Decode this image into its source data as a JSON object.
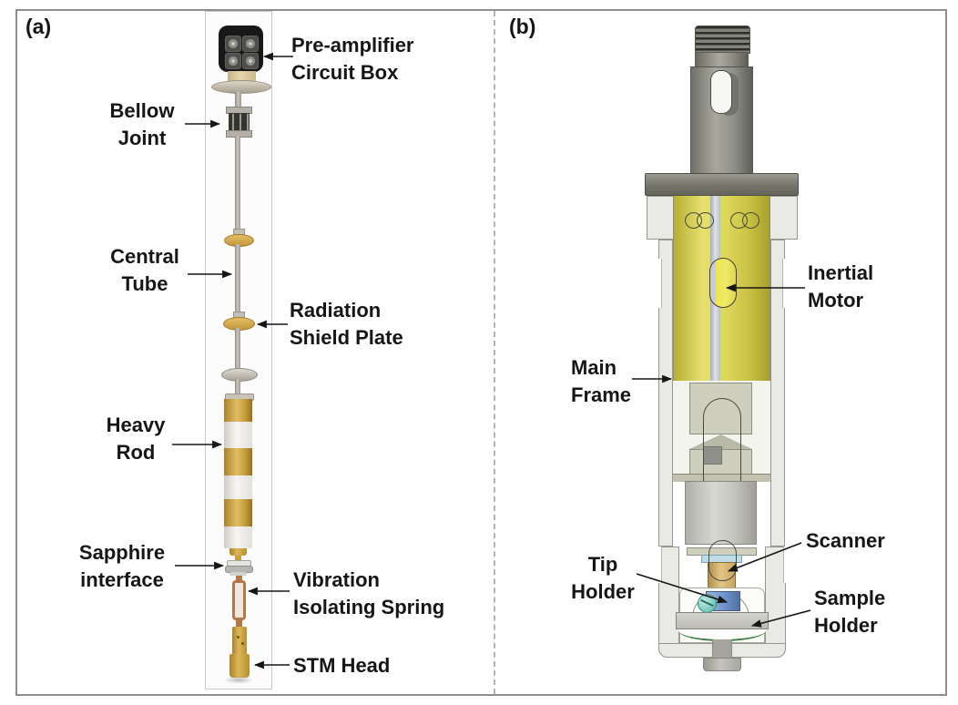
{
  "panel_a": {
    "tag": "(a)",
    "labels": {
      "preamp": {
        "line1": "Pre-amplifier",
        "line2": "Circuit Box"
      },
      "bellow": {
        "line1": "Bellow",
        "line2": "Joint"
      },
      "central_tube": {
        "line1": "Central",
        "line2": "Tube"
      },
      "radiation": {
        "line1": "Radiation",
        "line2": "Shield Plate"
      },
      "heavy_rod": {
        "line1": "Heavy",
        "line2": "Rod"
      },
      "sapphire": {
        "line1": "Sapphire",
        "line2": "interface"
      },
      "vibration": {
        "line1": "Vibration",
        "line2": "Isolating Spring"
      },
      "stm_head": {
        "line1": "STM Head"
      }
    }
  },
  "panel_b": {
    "tag": "(b)",
    "labels": {
      "inertial_motor": {
        "line1": "Inertial",
        "line2": "Motor"
      },
      "main_frame": {
        "line1": "Main",
        "line2": "Frame"
      },
      "scanner": {
        "line1": "Scanner"
      },
      "tip_holder": {
        "line1": "Tip",
        "line2": "Holder"
      },
      "sample_holder": {
        "line1": "Sample",
        "line2": "Holder"
      }
    }
  },
  "colors": {
    "label_text": "#161616",
    "frame_border": "#8e8e8e",
    "heavy_rod_gold": "#d2a845",
    "motor_yellow": "#ddd65c",
    "spring_copper": "#b5764a",
    "tip_holder_blue": "#6e93cc",
    "screw_teal": "#7cccc0",
    "sample_green": "#3a7a3a"
  }
}
